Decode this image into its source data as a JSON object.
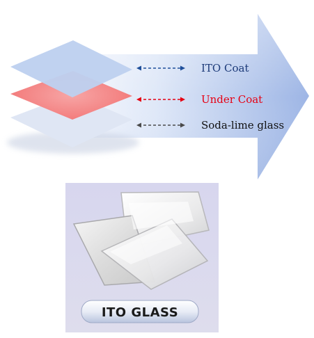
{
  "diagram": {
    "layers": [
      {
        "id": "ito",
        "label": "ITO Coat",
        "color": "#1c3a78",
        "arrow_color": "#1f4f9a"
      },
      {
        "id": "under",
        "label": "Under Coat",
        "color": "#e60012",
        "arrow_color": "#e60012"
      },
      {
        "id": "glass",
        "label": "Soda-lime glass",
        "color": "#111111",
        "arrow_color": "#4a4a4a"
      }
    ],
    "product": {
      "badge_label": "ITO GLASS"
    },
    "colors": {
      "arrow_light": "#eef3fc",
      "arrow_dark": "#9fb7e6",
      "ito_plate": "#bcd0ef",
      "under_plate": "#f47c7c",
      "glass_plate": "#dde5f4",
      "panel_bg": "#d9d8ee"
    }
  }
}
